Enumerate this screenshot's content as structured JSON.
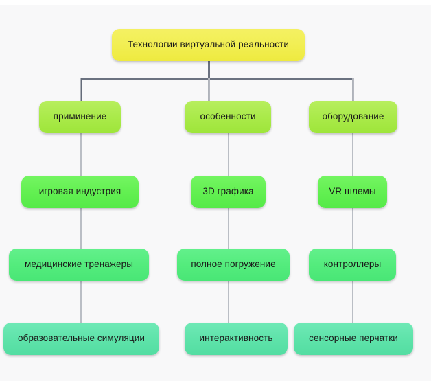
{
  "diagram": {
    "title_node": {
      "label": "Технологии виртуальной реальности",
      "level": 0,
      "color": "#f2ef55"
    },
    "colors": {
      "background": "#f8f8f9",
      "connector": "#6b7280",
      "level0": "#f2ef55",
      "level1": "#aaea4a",
      "level2": "#63f052",
      "level3": "#54ec7d",
      "level4": "#5fe3aa",
      "text": "#1a1a1a"
    },
    "columns": [
      {
        "id": "column-left",
        "nodes": [
          {
            "label": "приминение",
            "level": 1
          },
          {
            "label": "игровая индустрия",
            "level": 2
          },
          {
            "label": "медицинские тренажеры",
            "level": 3
          },
          {
            "label": "образовательные симуляции",
            "level": 4
          }
        ]
      },
      {
        "id": "column-middle",
        "nodes": [
          {
            "label": "особенности",
            "level": 1
          },
          {
            "label": "3D графика",
            "level": 2
          },
          {
            "label": "полное погружение",
            "level": 3
          },
          {
            "label": "интерактивность",
            "level": 4
          }
        ]
      },
      {
        "id": "column-right",
        "nodes": [
          {
            "label": "оборудование",
            "level": 1
          },
          {
            "label": "VR шлемы",
            "level": 2
          },
          {
            "label": "контроллеры",
            "level": 3
          },
          {
            "label": "сенсорные перчатки",
            "level": 4
          }
        ]
      }
    ]
  }
}
